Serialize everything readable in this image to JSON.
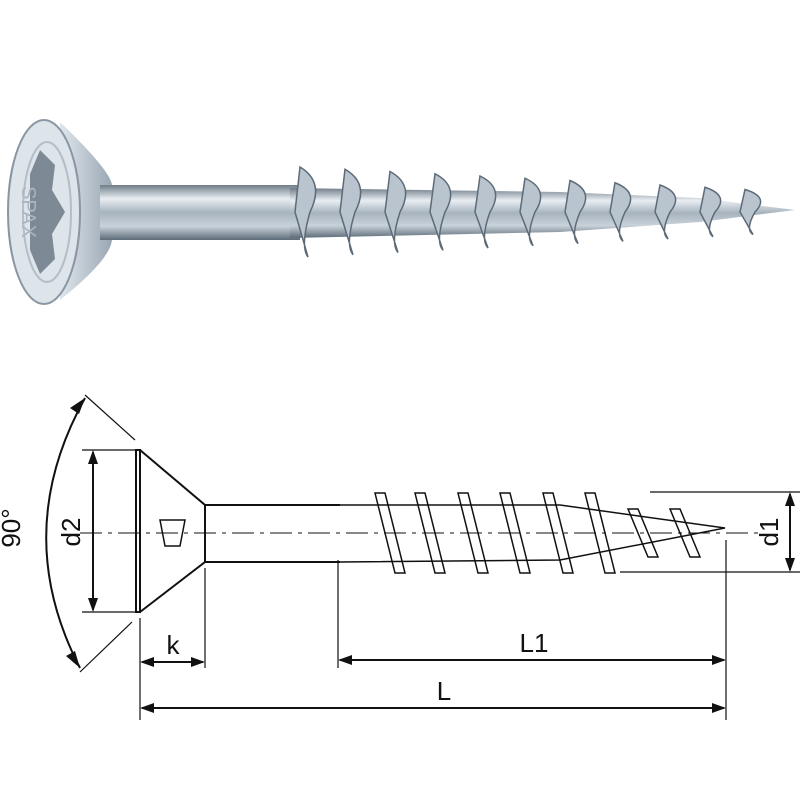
{
  "photo": {
    "logo_text": "SPAX"
  },
  "drawing": {
    "angle_label": "90°",
    "head_diameter_label": "d2",
    "head_height_label": "k",
    "thread_length_label": "L1",
    "total_length_label": "L",
    "thread_diameter_label": "d1"
  },
  "colors": {
    "line": "#111111",
    "steel_light": "#e8eef4",
    "steel_dark": "#5d6b78"
  }
}
